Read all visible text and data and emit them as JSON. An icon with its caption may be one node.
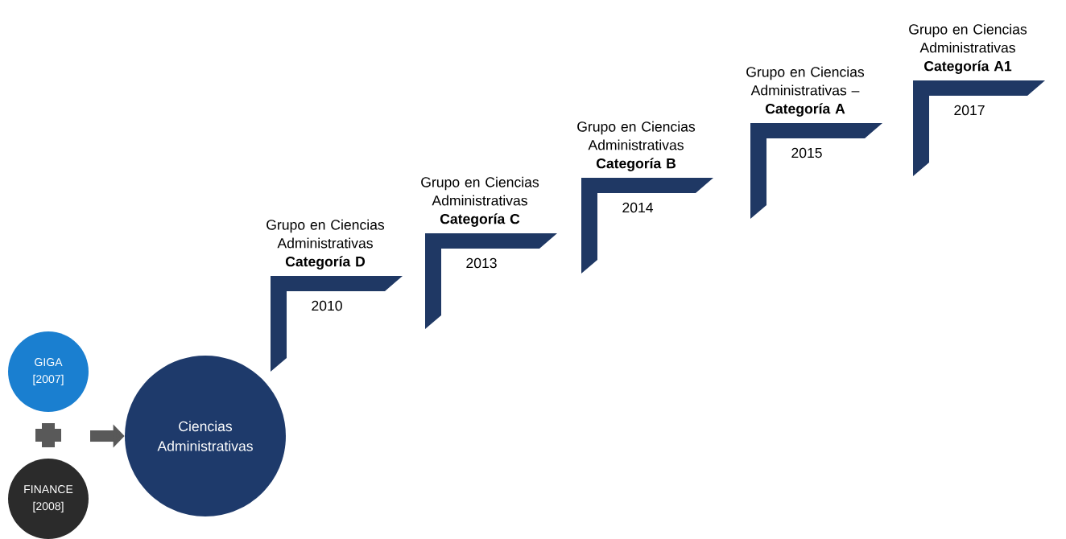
{
  "diagram": {
    "nodes": [
      {
        "text": [
          "GIGA [2007]"
        ]
      },
      {
        "text": [
          "FINANCE [2008]"
        ]
      },
      {
        "text": [
          "Ciencias Administrativas"
        ]
      },
      {
        "text": [
          "Grupo en Ciencias Administrativas",
          "Categoría D",
          "2010"
        ]
      },
      {
        "text": [
          "Grupo en Ciencias Administrativas",
          "Categoría C",
          "2013"
        ]
      },
      {
        "text": [
          "Grupo en Ciencias Administrativas",
          "Categoría B",
          "2014"
        ]
      },
      {
        "text": [
          "Grupo en Ciencias Administrativas –",
          "Categoría A",
          "2015"
        ]
      },
      {
        "text": [
          "Grupo en Ciencias Administrativas",
          "Categoría A1",
          "2017"
        ]
      }
    ],
    "edges": [
      {
        "from": null,
        "to": 2,
        "arrow": "to"
      }
    ]
  }
}
